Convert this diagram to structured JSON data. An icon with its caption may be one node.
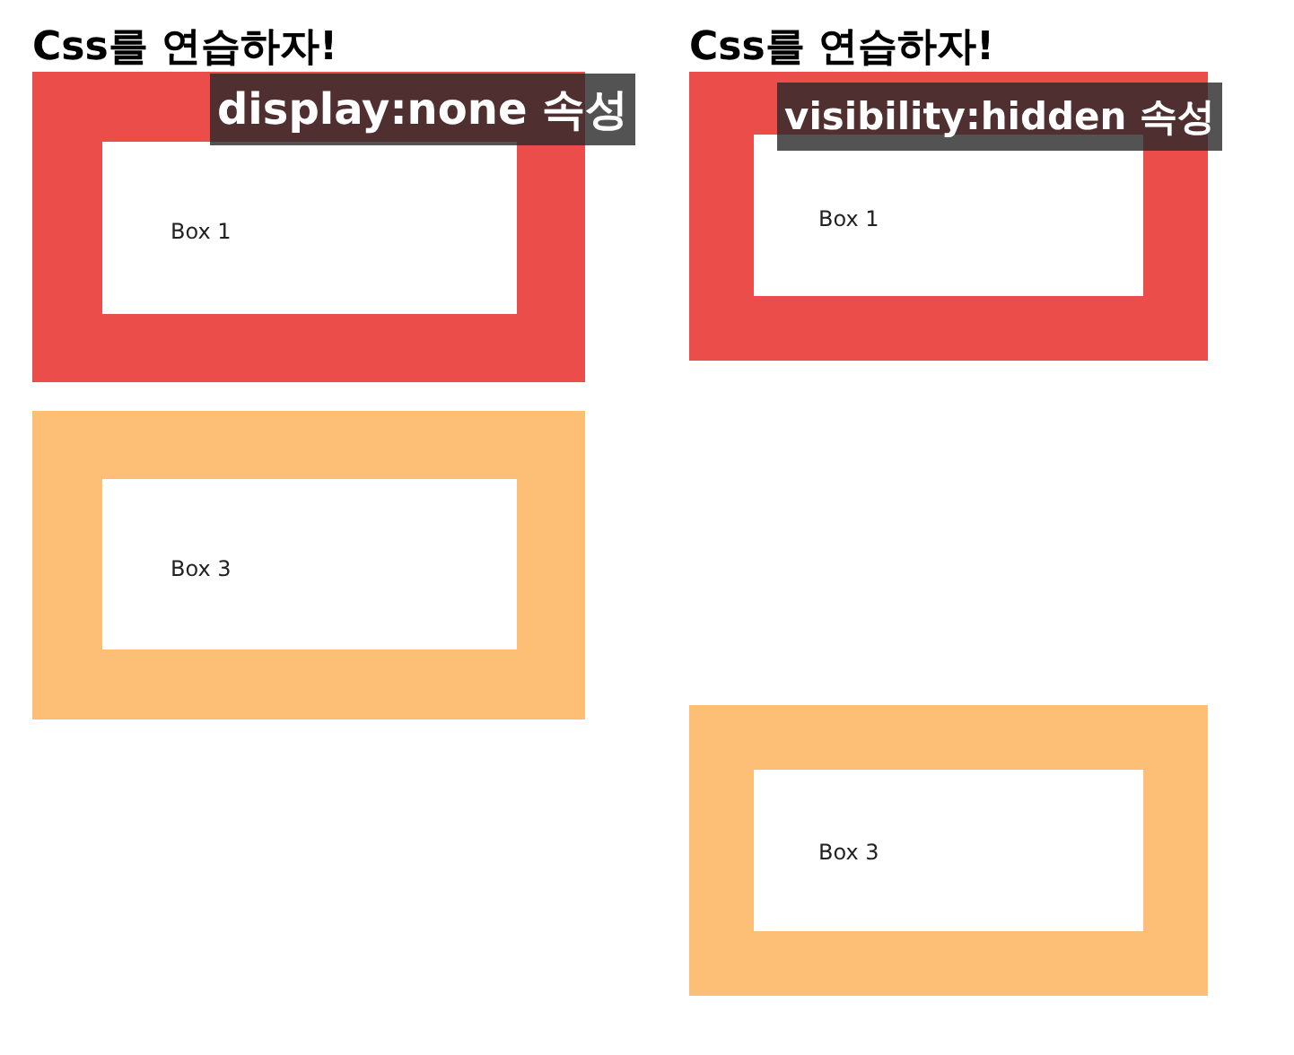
{
  "diagram": {
    "nodes": [
      {
        "text": [],
        "shape": "box"
      },
      {
        "text": [
          "Box 1"
        ],
        "in": 0
      },
      {
        "text": [],
        "shape": "box"
      },
      {
        "text": [
          "Box 3"
        ],
        "in": 2
      },
      {
        "text": [],
        "shape": "box"
      },
      {
        "text": [
          "Box 1"
        ],
        "in": 4
      },
      {
        "text": [],
        "shape": "box"
      },
      {
        "text": [
          "Box 3"
        ],
        "in": 6
      }
    ],
    "labels": [
      "Css를 연습하자!",
      "display:none 속성",
      "Css를 연습하자!",
      "visibility:hidden 속성"
    ]
  }
}
